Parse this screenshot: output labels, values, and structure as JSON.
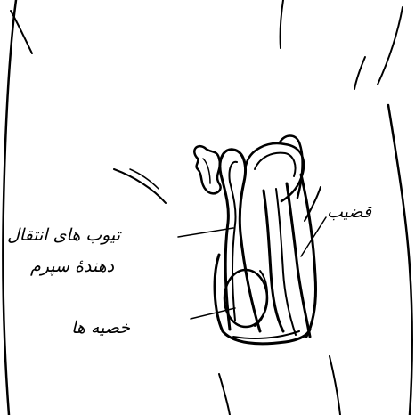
{
  "labels": {
    "penis": "قضیب",
    "vas_deferens_line1": "تیوب های انتقال",
    "vas_deferens_line2": "دهندهٔ سپرم",
    "testes": "خصیه ها"
  },
  "colors": {
    "ink": "#000000",
    "background": "#ffffff"
  }
}
